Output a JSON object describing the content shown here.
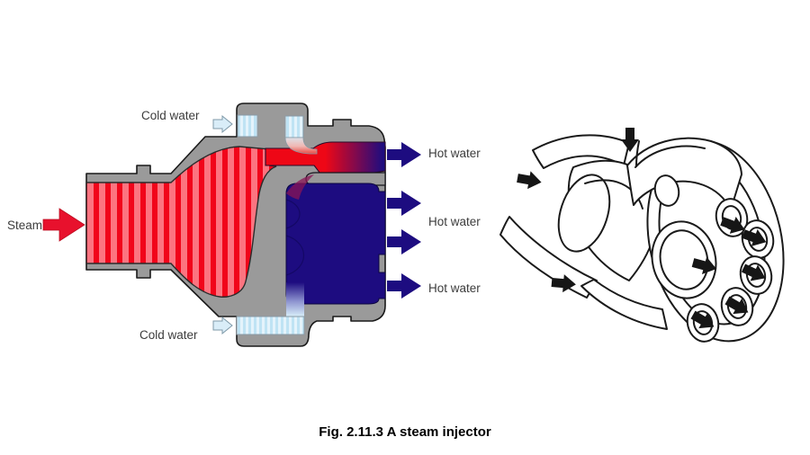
{
  "figure": {
    "caption": "Fig. 2.11.3 A steam injector"
  },
  "cross_section": {
    "labels": {
      "steam": "Steam",
      "cold_water_top": "Cold water",
      "cold_water_bottom": "Cold water",
      "hot_water_top": "Hot water",
      "hot_water_middle": "Hot water",
      "hot_water_bottom": "Hot water"
    },
    "arrow_counts": {
      "steam_arrows": 1,
      "cold_water_arrows": 2,
      "hot_water_arrows": 4
    },
    "colors": {
      "casing_gray": "#9a9a9a",
      "steam_red": "#ee0716",
      "steam_pink": "#fc7480",
      "cold_water_light_blue": "#d8eef9",
      "cold_water_stripe": "#bfe3f4",
      "hot_water_navy": "#1d0c80",
      "outline": "#1a1a1a"
    }
  },
  "isometric_view": {
    "flow_arrow_count": 9,
    "line_color": "#1a1a1a"
  }
}
